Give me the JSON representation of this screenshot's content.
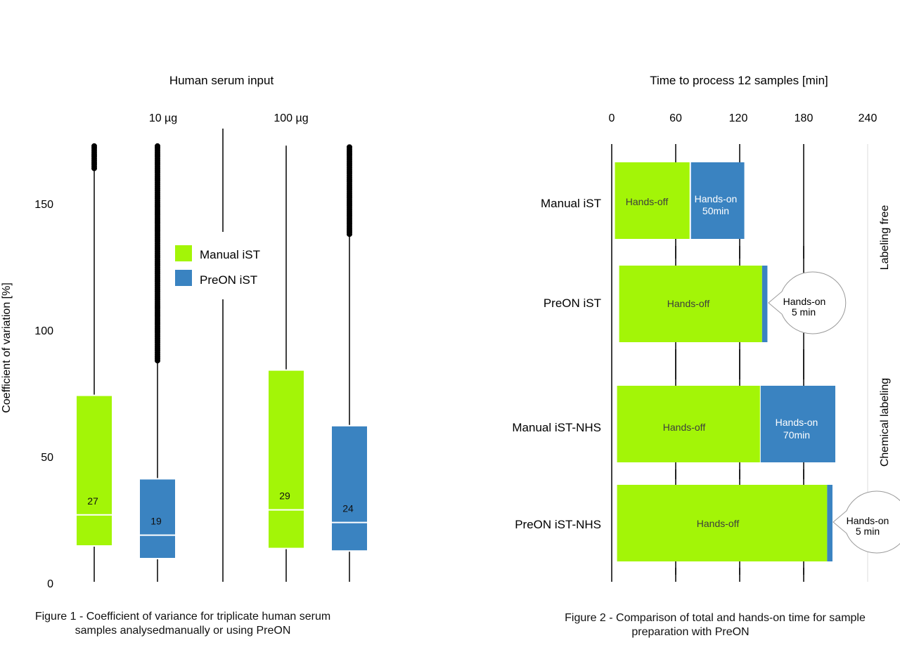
{
  "chart_data": [
    {
      "type": "box",
      "title": "Human serum input",
      "ylabel": "Coefficient of variation [%]",
      "ylim": [
        0,
        175
      ],
      "yticks": [
        0,
        50,
        100,
        150
      ],
      "groups": [
        "10 µg",
        "100 µg"
      ],
      "legend": [
        {
          "name": "Manual iST",
          "color": "#a3f507"
        },
        {
          "name": "PreON iST",
          "color": "#3a83c1"
        }
      ],
      "boxes": [
        {
          "group": "10 µg",
          "series": "Manual iST",
          "whisker_low": 0,
          "q1": 15,
          "median": 27,
          "q3": 74,
          "whisker_high": 163,
          "outliers_from": 164,
          "outliers_to": 173,
          "median_label": "27"
        },
        {
          "group": "10 µg",
          "series": "PreON iST",
          "whisker_low": 0,
          "q1": 10,
          "median": 19,
          "q3": 41,
          "whisker_high": 87,
          "outliers_from": 88,
          "outliers_to": 173,
          "median_label": "19"
        },
        {
          "group": "100 µg",
          "series": "Manual iST",
          "whisker_low": 0,
          "q1": 14,
          "median": 29,
          "q3": 84,
          "whisker_high": 173,
          "median_label": "29"
        },
        {
          "group": "100 µg",
          "series": "PreON iST",
          "whisker_low": 0,
          "q1": 13,
          "median": 24,
          "q3": 62,
          "whisker_high": 137,
          "outliers_from": 138,
          "outliers_to": 173,
          "median_label": "24"
        }
      ],
      "caption_line1": "Figure 1 - Coefficient of variance for triplicate human serum",
      "caption_line2": "samples analysedmanually or using PreON"
    },
    {
      "type": "bar",
      "orientation": "horizontal",
      "stacked": true,
      "title": "Time to process 12 samples [min]",
      "xlim": [
        0,
        240
      ],
      "xticks": [
        0,
        60,
        120,
        180,
        240
      ],
      "categories": [
        "Manual iST",
        "PreON iST",
        "Manual iST-NHS",
        "PreON iST-NHS"
      ],
      "series": [
        {
          "name": "Hands-off",
          "color": "#a3f507",
          "values": [
            70,
            134,
            134,
            197
          ]
        },
        {
          "name": "Hands-on",
          "color": "#3a83c1",
          "values": [
            50,
            5,
            70,
            5
          ]
        }
      ],
      "bar_labels": {
        "hands_off": "Hands-off",
        "manual_ist_on_l1": "Hands-on",
        "manual_ist_on_l2": "50min",
        "preon_ist_on_l1": "Hands-on",
        "preon_ist_on_l2": "5 min",
        "manual_nhs_on_l1": "Hands-on",
        "manual_nhs_on_l2": "70min",
        "preon_nhs_on_l1": "Hands-on",
        "preon_nhs_on_l2": "5 min"
      },
      "side_groups": [
        "Labeling free",
        "Chemical labeling"
      ],
      "caption_line1": "Figure 2 - Comparison of total and hands-on time for sample",
      "caption_line2": "preparation with PreON"
    }
  ]
}
